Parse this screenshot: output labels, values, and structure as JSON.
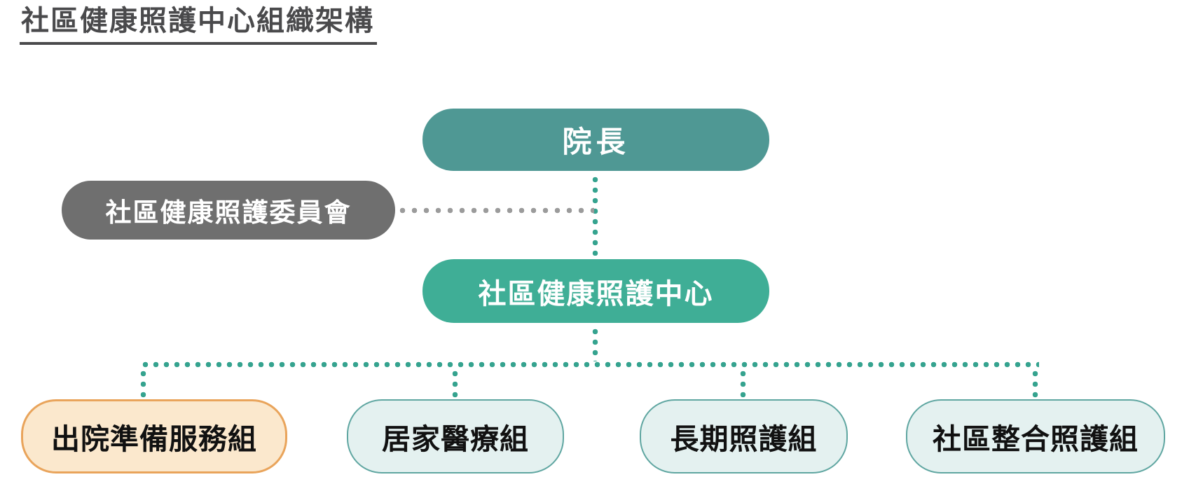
{
  "title": "社區健康照護中心組織架構",
  "org": {
    "root": {
      "label": "院長"
    },
    "advisory": {
      "label": "社區健康照護委員會"
    },
    "center": {
      "label": "社區健康照護中心"
    },
    "departments": [
      {
        "label": "出院準備服務組",
        "highlighted": true
      },
      {
        "label": "居家醫療組",
        "highlighted": false
      },
      {
        "label": "長期照護組",
        "highlighted": false
      },
      {
        "label": "社區整合照護組",
        "highlighted": false
      }
    ]
  },
  "colors": {
    "title_text": "#4a4a4c",
    "director_bg": "#4f9894",
    "committee_bg": "#6f6f6f",
    "center_bg": "#3fae96",
    "node_text": "#ffffff",
    "dept_text": "#111111",
    "dept_default_bg": "#e4f1f0",
    "dept_default_border": "#5fa6a1",
    "dept_highlight_bg": "#fbe8cd",
    "dept_highlight_border": "#e9a45b",
    "connector_teal": "#35a38f",
    "connector_gray": "#9b9b9b"
  }
}
